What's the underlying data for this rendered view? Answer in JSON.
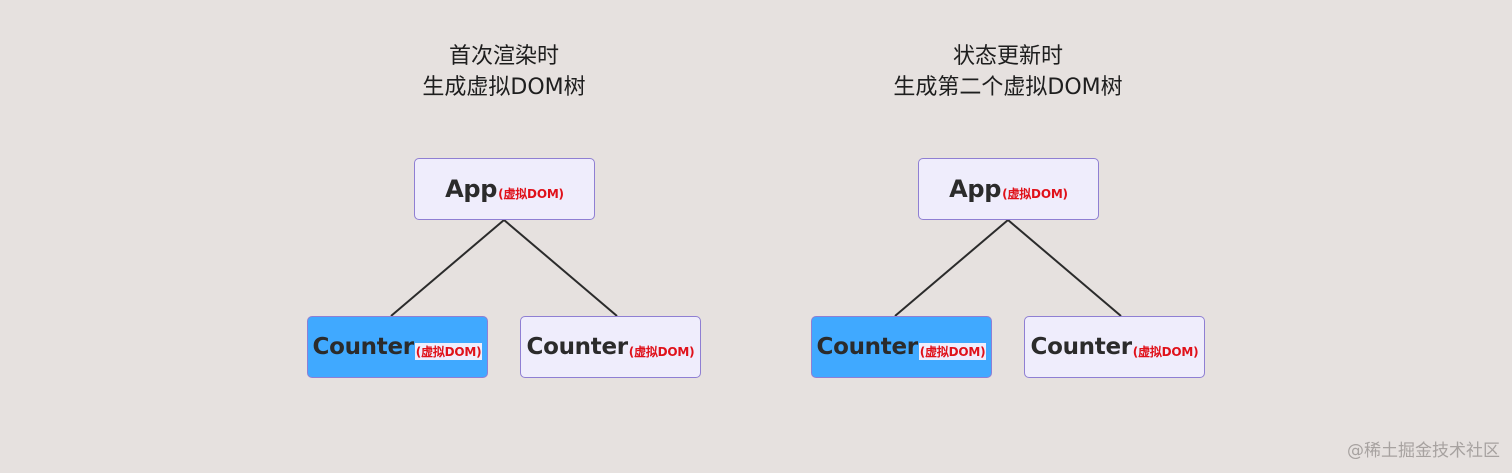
{
  "left_tree": {
    "caption_line1": "首次渲染时",
    "caption_line2": "生成虚拟DOM树",
    "root": {
      "name": "App",
      "tag": "(虚拟DOM)"
    },
    "children": [
      {
        "name": "Counter",
        "tag": "(虚拟DOM)",
        "highlighted": true
      },
      {
        "name": "Counter",
        "tag": "(虚拟DOM)",
        "highlighted": false
      }
    ]
  },
  "right_tree": {
    "caption_line1": "状态更新时",
    "caption_line2": "生成第二个虚拟DOM树",
    "root": {
      "name": "App",
      "tag": "(虚拟DOM)"
    },
    "children": [
      {
        "name": "Counter",
        "tag": "(虚拟DOM)",
        "highlighted": true
      },
      {
        "name": "Counter",
        "tag": "(虚拟DOM)",
        "highlighted": false
      }
    ]
  },
  "colors": {
    "background": "#e6e1df",
    "node_fill": "#efedfc",
    "node_border": "#8f7fd3",
    "highlight_fill": "#40a9ff",
    "tag_text": "#e0111a",
    "edge": "#2b2b2b"
  },
  "watermark": "@稀土掘金技术社区"
}
